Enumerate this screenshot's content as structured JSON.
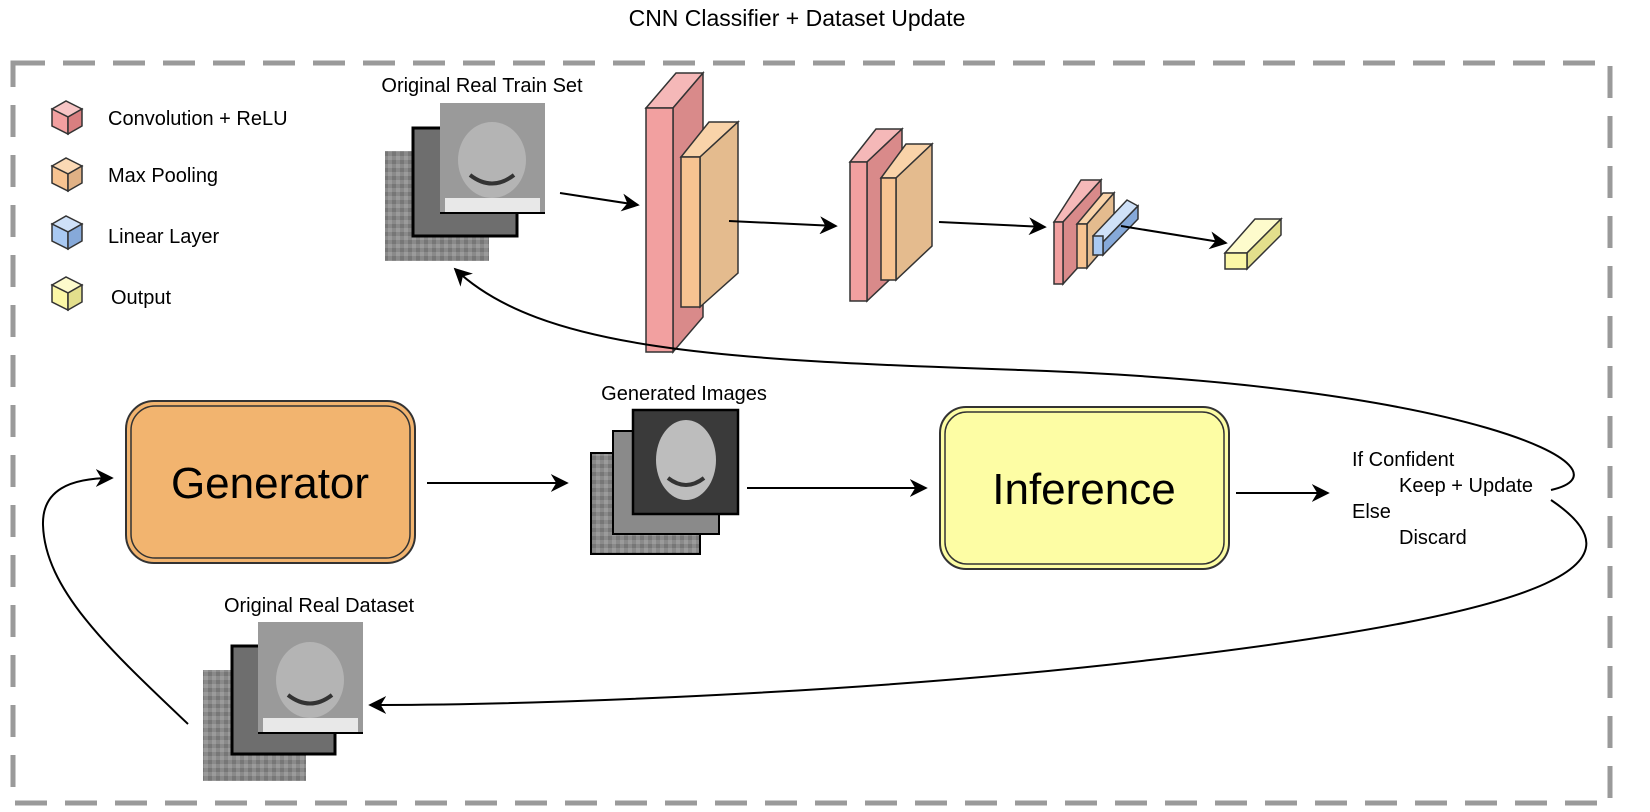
{
  "title": "CNN Classifier + Dataset Update",
  "legend": [
    {
      "label": "Convolution + ReLU",
      "icon": "pink-cube-icon",
      "color": "#f2a0a0"
    },
    {
      "label": "Max Pooling",
      "icon": "orange-cube-icon",
      "color": "#f7c391"
    },
    {
      "label": "Linear Layer",
      "icon": "blue-cube-icon",
      "color": "#a9c9f2"
    },
    {
      "label": "Output",
      "icon": "yellow-cube-icon",
      "color": "#fbf7a6"
    }
  ],
  "labels": {
    "train_set": "Original Real Train Set",
    "generated_images": "Generated Images",
    "real_dataset": "Original Real Dataset"
  },
  "nodes": {
    "generator": {
      "label": "Generator",
      "color": "#f2b46f"
    },
    "inference": {
      "label": "Inference",
      "color": "#fdfda4"
    }
  },
  "decision": {
    "line1": "If Confident",
    "line2": "Keep + Update",
    "line3": "Else",
    "line4": "Discard"
  }
}
